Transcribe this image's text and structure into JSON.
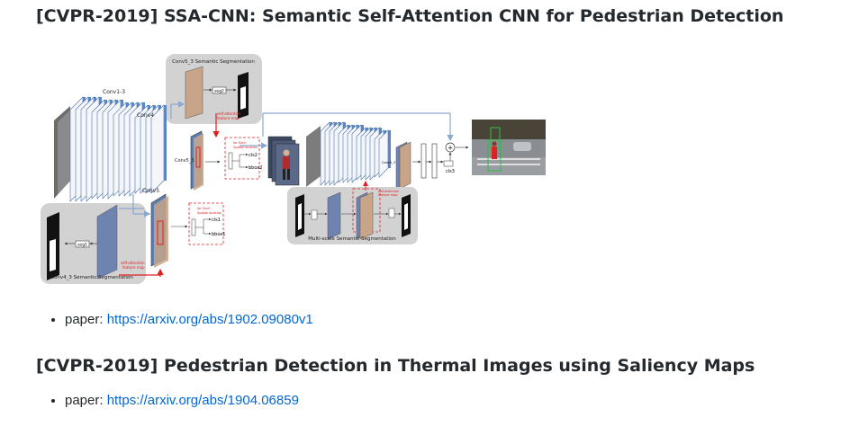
{
  "sections": [
    {
      "title": "[CVPR-2019] SSA-CNN: Semantic Self-Attention CNN for Pedestrian Detection",
      "paper_label": "paper:",
      "paper_url": "https://arxiv.org/abs/1902.09080v1"
    },
    {
      "title": "[CVPR-2019] Pedestrian Detection in Thermal Images using Saliency Maps",
      "paper_label": "paper:",
      "paper_url": "https://arxiv.org/abs/1904.06859"
    }
  ],
  "figure": {
    "labels": {
      "conv1_3": "Conv1-3",
      "conv4": "Conv4",
      "conv5": "Conv5",
      "conv5_3": "Conv5_3",
      "conv5_3_seg": "Conv5_3 Semantic Segmentation",
      "conv4_3_seg": "Conv4_3 Semantic Segmentation",
      "multi_scale_seg": "Multi-scale Semantic Segmentation",
      "seg2": "seg2",
      "seg1": "seg1",
      "self_attention": "self-attention",
      "feature_map": "feature map",
      "for_each": "for Each",
      "spatial_location": "Spatial location",
      "cls1": "cls1",
      "bbox1": "bbox1",
      "cls2": "cls2",
      "bbox2": "bbox2",
      "cls3": "cls3"
    },
    "colors": {
      "tan": "#c8a488",
      "slate": "#6e83b0",
      "red": "#e02020",
      "grey_panel": "#d2d2d2",
      "arrow": "#8aa8d0"
    }
  }
}
